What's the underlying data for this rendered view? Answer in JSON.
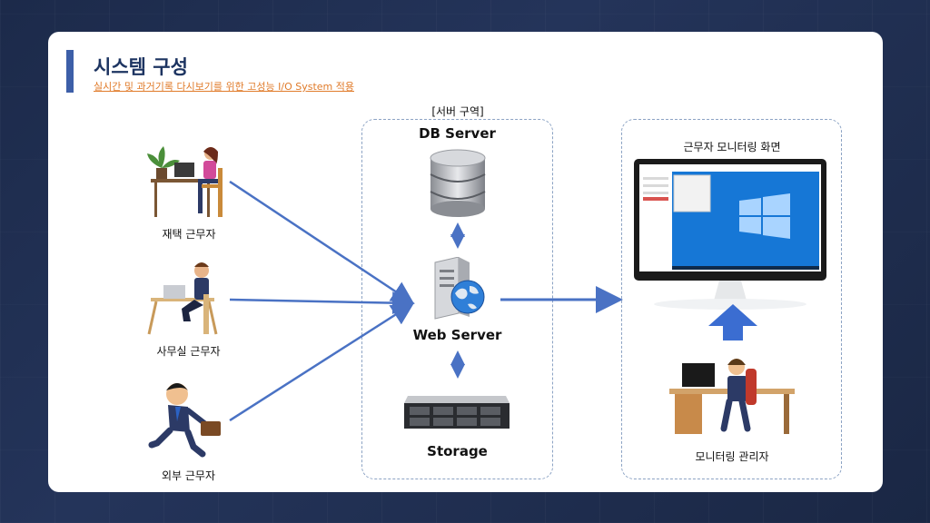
{
  "header": {
    "title": "시스템 구성",
    "subtitle": "실시간 및 과거기록 다시보기를 위한 고성능 I/O System 적용"
  },
  "workers": {
    "home": "재택 근무자",
    "office": "사무실 근무자",
    "outside": "외부 근무자"
  },
  "server_zone": {
    "label": "[서버 구역]",
    "db": "DB Server",
    "web": "Web Server",
    "storage": "Storage"
  },
  "monitor_zone": {
    "screen_label": "근무자 모니터링 화면",
    "admin_label": "모니터링 관리자"
  },
  "colors": {
    "accent": "#3d5fa8",
    "title": "#1d3461",
    "subtitle": "#e07b2a",
    "arrow": "#4a72c4"
  }
}
